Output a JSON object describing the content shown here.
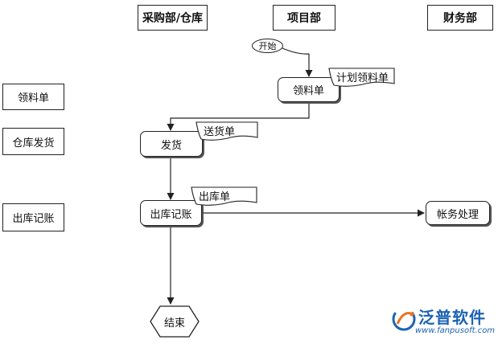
{
  "headers": {
    "purchase_warehouse": "采购部/仓库",
    "project": "项目部",
    "finance": "财务部"
  },
  "row_labels": {
    "requisition": "领料单",
    "warehouse_delivery": "仓库发货",
    "outbound_accounting": "出库记账"
  },
  "nodes": {
    "start": "开始",
    "requisition": "领料单",
    "deliver": "发货",
    "outbound_record": "出库记账",
    "accounting": "帐务处理",
    "end": "结束"
  },
  "documents": {
    "planned_requisition": "计划领料单",
    "delivery_note": "送货单",
    "outbound_note": "出库单"
  },
  "logo": {
    "name": "泛普软件",
    "url": "www.fanpusoft.com"
  },
  "colors": {
    "line": "#222222",
    "logo_orange": "#e8741e",
    "logo_blue": "#1b63b4"
  }
}
